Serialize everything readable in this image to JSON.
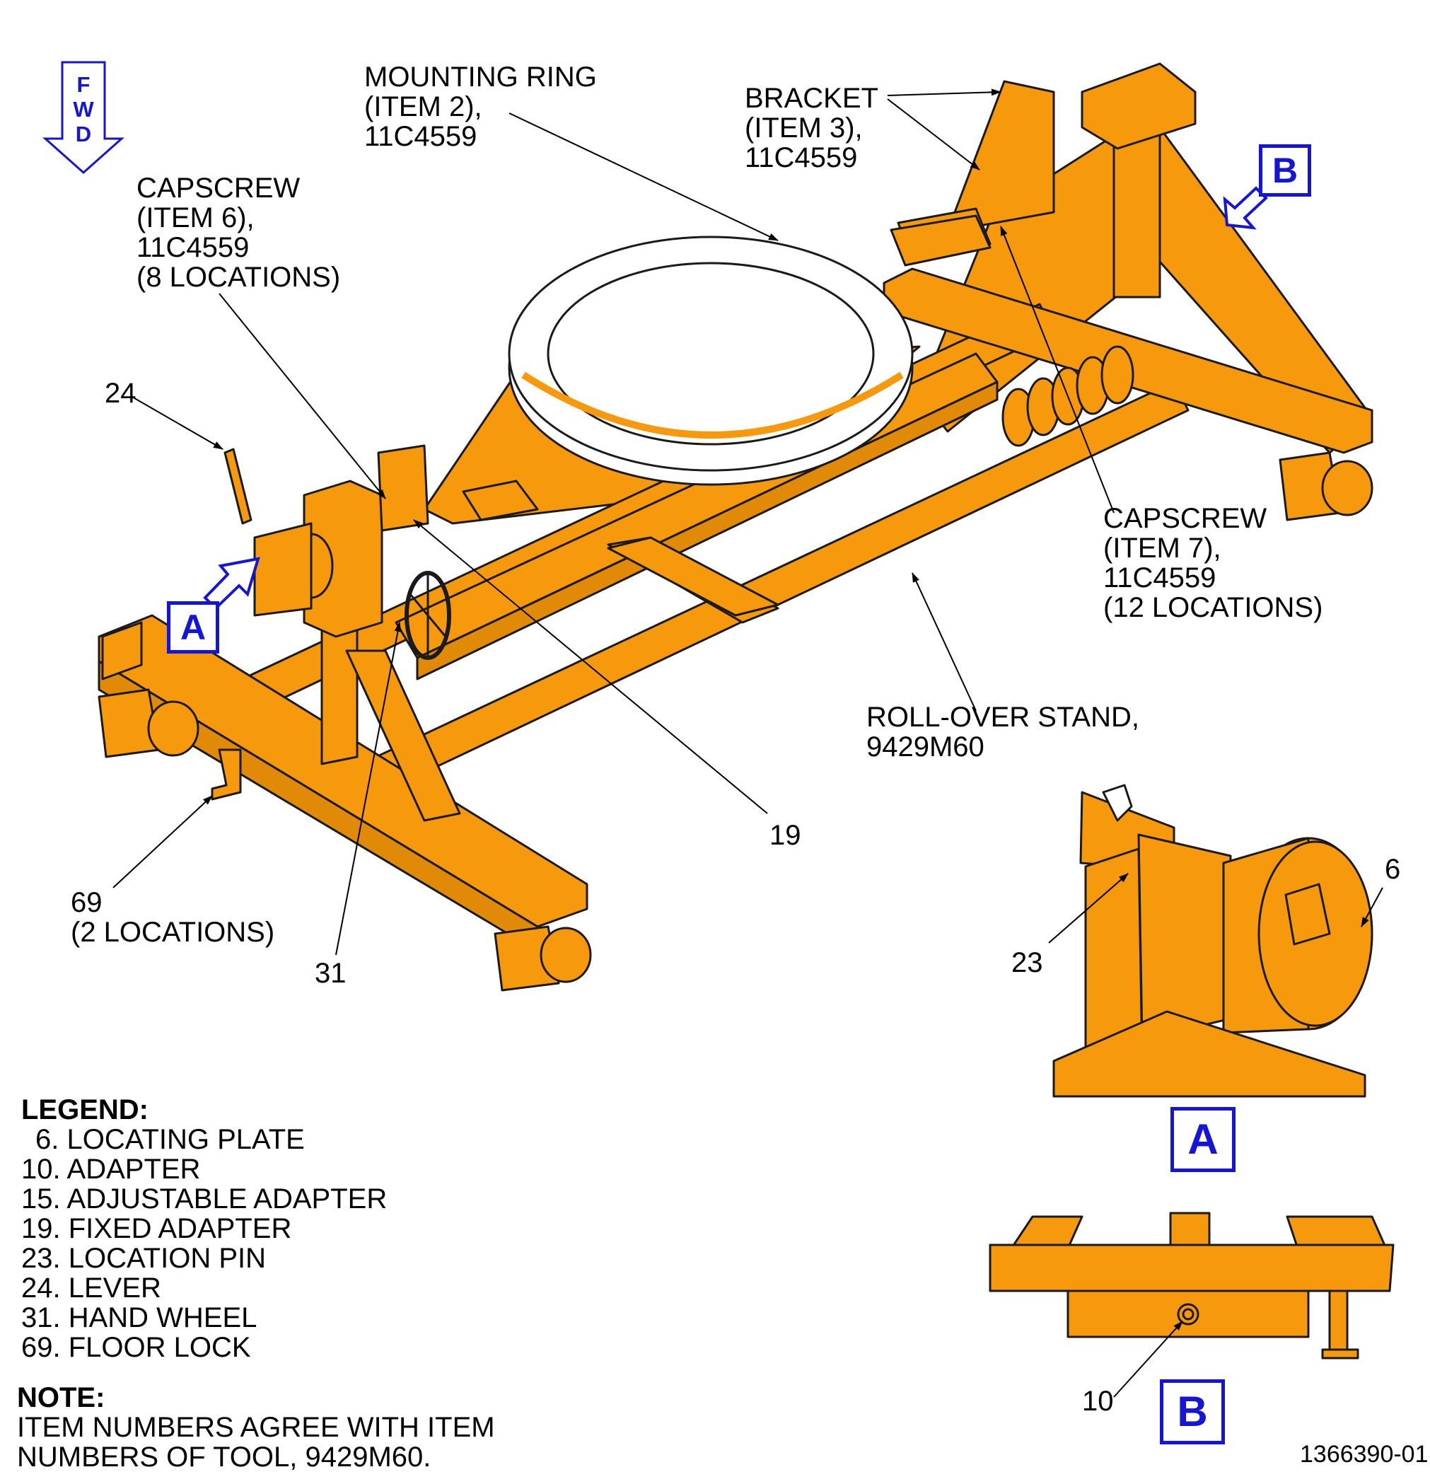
{
  "colors": {
    "part_fill": "#f7990c",
    "outline": "#1a1a1a",
    "view_marker": "#1515d8",
    "background": "#ffffff"
  },
  "fwd_arrow": {
    "letters": [
      "F",
      "W",
      "D"
    ]
  },
  "callouts": {
    "mounting_ring": "MOUNTING RING\n(ITEM 2),\n11C4559",
    "bracket": "BRACKET\n(ITEM 3),\n11C4559",
    "capscrew_6": "CAPSCREW\n(ITEM 6),\n11C4559\n(8 LOCATIONS)",
    "capscrew_7": "CAPSCREW\n(ITEM 7),\n11C4559\n(12 LOCATIONS)",
    "roll_over_stand": "ROLL-OVER STAND,\n9429M60",
    "item_24": "24",
    "item_19": "19",
    "item_69": "69\n(2 LOCATIONS)",
    "item_31": "31",
    "item_6": "6",
    "item_23": "23",
    "item_10": "10"
  },
  "view_markers": {
    "a_main": "A",
    "b_main": "B",
    "a_detail": "A",
    "b_detail": "B"
  },
  "legend": {
    "title": "LEGEND:",
    "items": [
      "6. LOCATING PLATE",
      "10. ADAPTER",
      "15. ADJUSTABLE ADAPTER",
      "19. FIXED ADAPTER",
      "23. LOCATION PIN",
      "24. LEVER",
      "31. HAND WHEEL",
      "69. FLOOR LOCK"
    ]
  },
  "note": {
    "title": "NOTE:",
    "lines": [
      "ITEM NUMBERS AGREE WITH ITEM",
      "NUMBERS OF TOOL, 9429M60."
    ]
  },
  "figure_number": "1366390-01"
}
